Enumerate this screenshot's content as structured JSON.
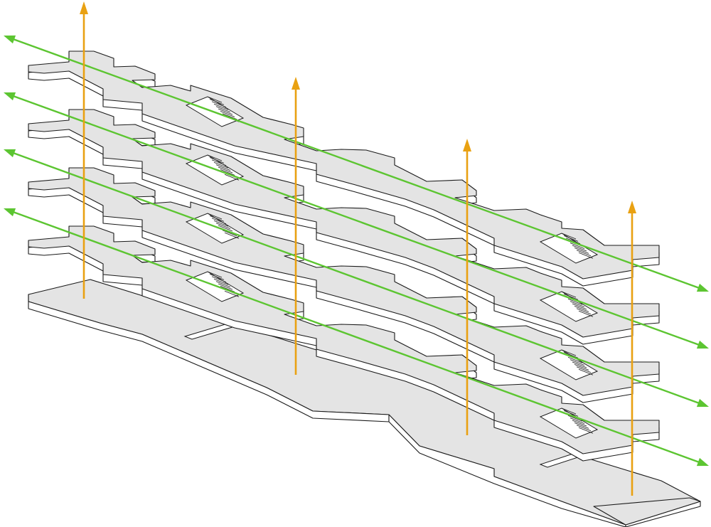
{
  "diagram": {
    "kind": "exploded-axonometric-building-circulation",
    "level_count": 5,
    "colors": {
      "slab_top": "#e4e4e4",
      "slab_side": "#ffffff",
      "outline": "#1a1a1a",
      "horizontal_flow": "#5cc531",
      "vertical_flow": "#e9a112"
    },
    "horizontal_flow_count": 4,
    "vertical_flow_count": 4,
    "icons": {
      "horizontal_flow": "double-arrow-icon",
      "vertical_flow": "up-arrow-icon",
      "stairs": "stair-icon"
    }
  }
}
